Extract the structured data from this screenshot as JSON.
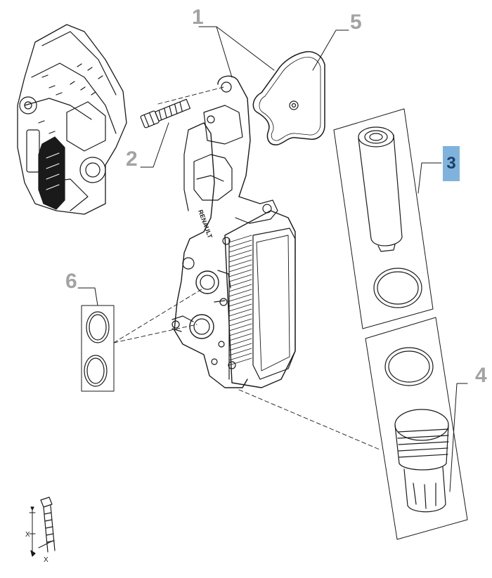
{
  "callouts": {
    "c1": "1",
    "c2": "2",
    "c3": "3",
    "c4": "4",
    "c5": "5",
    "c6": "6"
  },
  "torque_symbol": {
    "label_top": "X",
    "label_bottom": "X"
  },
  "colors": {
    "line": "#1a1a1a",
    "callout_text": "#a3a3a3",
    "highlight_bg": "#7fb3dd",
    "highlight_text": "#1f3f66"
  },
  "icons": [
    "engine-block-icon",
    "oil-filter-housing-icon",
    "bolt-icon",
    "gasket-icon",
    "filter-element-icon",
    "filter-cap-icon",
    "o-ring-icon",
    "torque-bolt-icon"
  ]
}
